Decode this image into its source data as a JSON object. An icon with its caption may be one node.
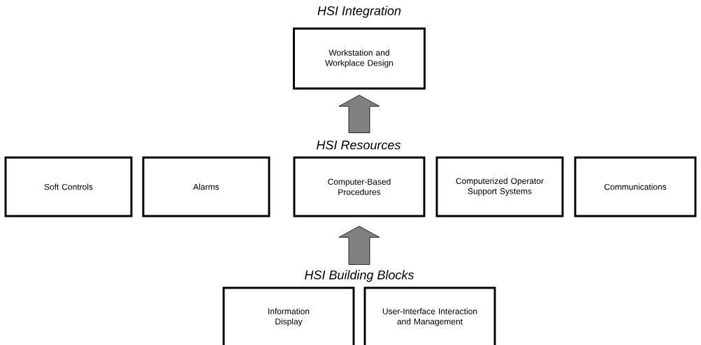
{
  "diagram": {
    "nodes": [
      {
        "text": [
          "Workstation and Workplace Design"
        ]
      },
      {
        "text": [
          "Soft Controls"
        ]
      },
      {
        "text": [
          "Alarms"
        ]
      },
      {
        "text": [
          "Computer-Based Procedures"
        ]
      },
      {
        "text": [
          "Computerized Operator Support Systems"
        ]
      },
      {
        "text": [
          "Communications"
        ]
      },
      {
        "text": [
          "Information Display"
        ]
      },
      {
        "text": [
          "User-Interface Interaction and Management"
        ]
      }
    ],
    "edges": [
      {
        "from": 3,
        "to": 0,
        "arrow": "to"
      },
      {
        "from": null,
        "to": 3,
        "arrow": "to"
      }
    ],
    "labels": [
      "HSI Integration",
      "HSI Resources",
      "HSI Building Blocks"
    ]
  }
}
